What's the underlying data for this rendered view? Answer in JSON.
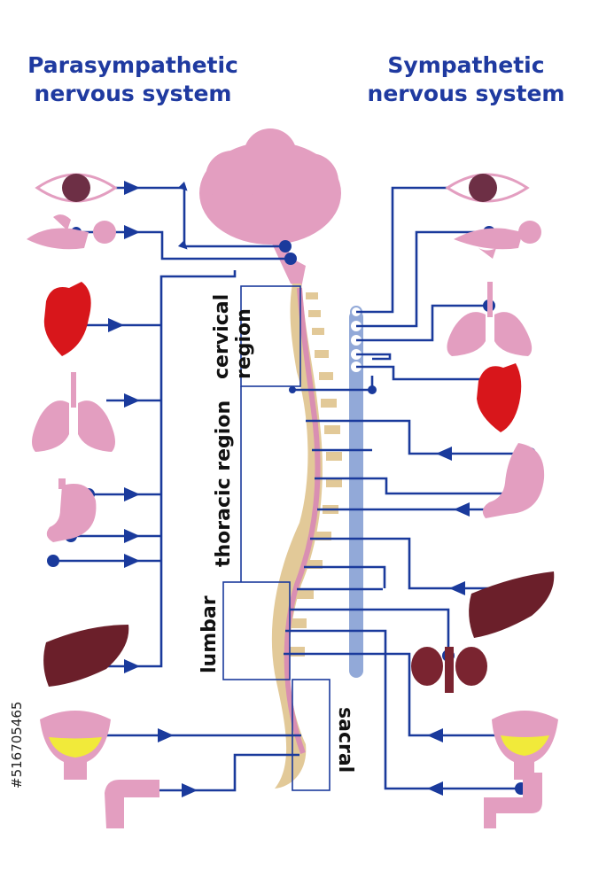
{
  "titles": {
    "left": "Parasympathetic\nnervous system",
    "left_line1": "Parasympathetic",
    "left_line2": "nervous system",
    "right_line1": "Sympathetic",
    "right_line2": "nervous system"
  },
  "regions": {
    "cervical_line1": "cervical",
    "cervical_line2": "region",
    "thoracic": "thoracic region",
    "lumbar": "lumbar",
    "sacral": "sacral"
  },
  "stock_id": "#516705465",
  "colors": {
    "nerve": "#1a3a9c",
    "title": "#1f3aa0",
    "spine": "#e2c998",
    "cord": "#d98fb2",
    "chain": "#92a9d8",
    "organ_pink": "#e39ec0",
    "heart": "#d8161b",
    "liver": "#6b1f2a",
    "kidney": "#7a2430",
    "bladder_urine": "#f1ea3a",
    "eye_iris": "#6d2f45"
  },
  "organs_left": [
    "eye-icon",
    "salivary-gland-icon",
    "heart-icon",
    "lungs-icon",
    "stomach-icon",
    "liver-icon",
    "bladder-icon",
    "intestine-icon"
  ],
  "organs_right": [
    "eye-icon",
    "salivary-gland-icon",
    "lungs-icon",
    "heart-icon",
    "stomach-icon",
    "liver-icon",
    "kidney-icon",
    "bladder-icon",
    "intestine-icon"
  ]
}
